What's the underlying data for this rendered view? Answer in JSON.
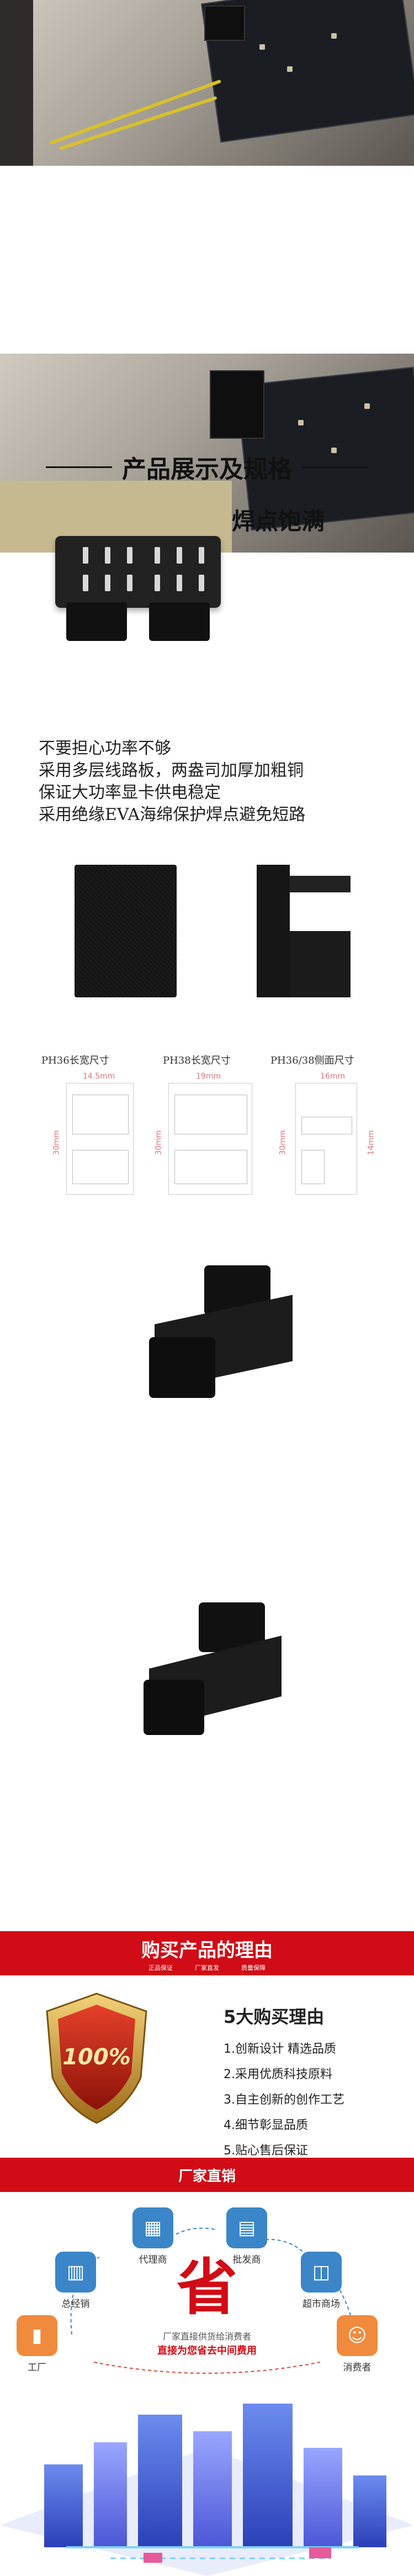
{
  "section_specs": {
    "title": "产品展示及规格",
    "tagline": "焊点饱满"
  },
  "features": {
    "lines": [
      "不要担心功率不够",
      "采用多层线路板，两盎司加厚加粗铜",
      "保证大功率显卡供电稳定",
      "采用绝缘EVA海绵保护焊点避免短路"
    ]
  },
  "dimensions": {
    "labels": [
      "PH36长宽尺寸",
      "PH38长宽尺寸",
      "PH36/38侧面尺寸"
    ],
    "width_values": [
      "14.5mm",
      "19mm",
      "16mm"
    ],
    "height_values": [
      "30mm",
      "30mm",
      "30mm",
      "14mm"
    ]
  },
  "reasons": {
    "banner_title": "购买产品的理由",
    "banner_tags": [
      "正品保证",
      "厂家直发",
      "质量保障"
    ],
    "badge_text": "100%",
    "heading": "5大购买理由",
    "items": [
      "1.创新设计 精选品质",
      "2.采用优质科技原料",
      "3.自主创新的创作工艺",
      "4.细节彰显品质",
      "5.贴心售后保证"
    ]
  },
  "factory": {
    "banner_title": "厂家直销",
    "nodes": {
      "agent": "代理商",
      "wholesaler": "批发商",
      "distributor": "总经销",
      "retailer": "超市商场",
      "factory": "工厂",
      "consumer": "消费者"
    },
    "big_char": "省",
    "line1": "厂家直接供货给消费者",
    "line2": "直接为您省去中间费用"
  },
  "colors": {
    "brand_red": "#d10c16",
    "accent_blue": "#3a86c8",
    "accent_orange": "#f08a3c",
    "gold": "#c89a2a"
  }
}
